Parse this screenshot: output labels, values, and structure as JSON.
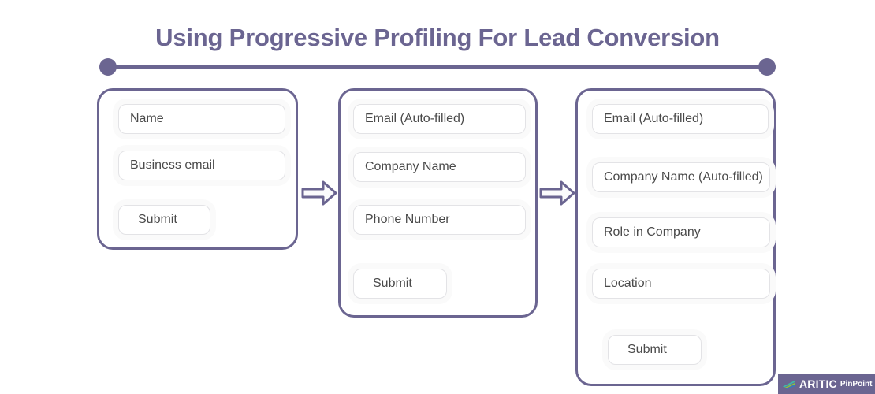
{
  "title": "Using Progressive Profiling For Lead Conversion",
  "colors": {
    "accent": "#6b6591",
    "title_text": "#6b6591",
    "card_border": "#6b6591",
    "field_border": "#e3e3e6",
    "field_text": "#4a4a4a",
    "page_background": "#ffffff"
  },
  "steps": [
    {
      "step": 1,
      "fields": [
        {
          "label": "Name"
        },
        {
          "label": "Business email"
        },
        {
          "label": "Submit"
        }
      ]
    },
    {
      "step": 2,
      "fields": [
        {
          "label": "Email (Auto-filled)"
        },
        {
          "label": "Company Name"
        },
        {
          "label": "Phone Number"
        },
        {
          "label": "Submit"
        }
      ]
    },
    {
      "step": 3,
      "fields": [
        {
          "label": "Email (Auto-filled)"
        },
        {
          "label": "Company Name (Auto-filled)"
        },
        {
          "label": "Role in Company"
        },
        {
          "label": "Location"
        },
        {
          "label": "Submit"
        }
      ]
    }
  ],
  "connectors": [
    {
      "icon": "arrow-right-icon"
    },
    {
      "icon": "arrow-right-icon"
    }
  ],
  "brand": {
    "name": "ARITIC",
    "product": "PinPoint",
    "icon": "aritic-stripes-logo-icon"
  }
}
